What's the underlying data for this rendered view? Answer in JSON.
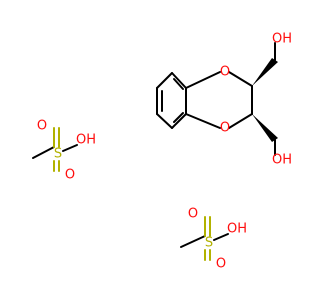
{
  "molecule": {
    "main": {
      "ring_o_top": "O",
      "ring_o_bottom": "O",
      "oh_top": "OH",
      "oh_bottom": "OH"
    },
    "mesylate_1": {
      "o_top": "O",
      "o_bottom": "O",
      "s": "S",
      "oh": "OH"
    },
    "mesylate_2": {
      "o_top": "O",
      "o_bottom": "O",
      "s": "S",
      "oh": "OH"
    }
  },
  "colors": {
    "carbon_bond": "#000000",
    "oxygen": "#ff0d0d",
    "sulfur": "#b2b200"
  }
}
